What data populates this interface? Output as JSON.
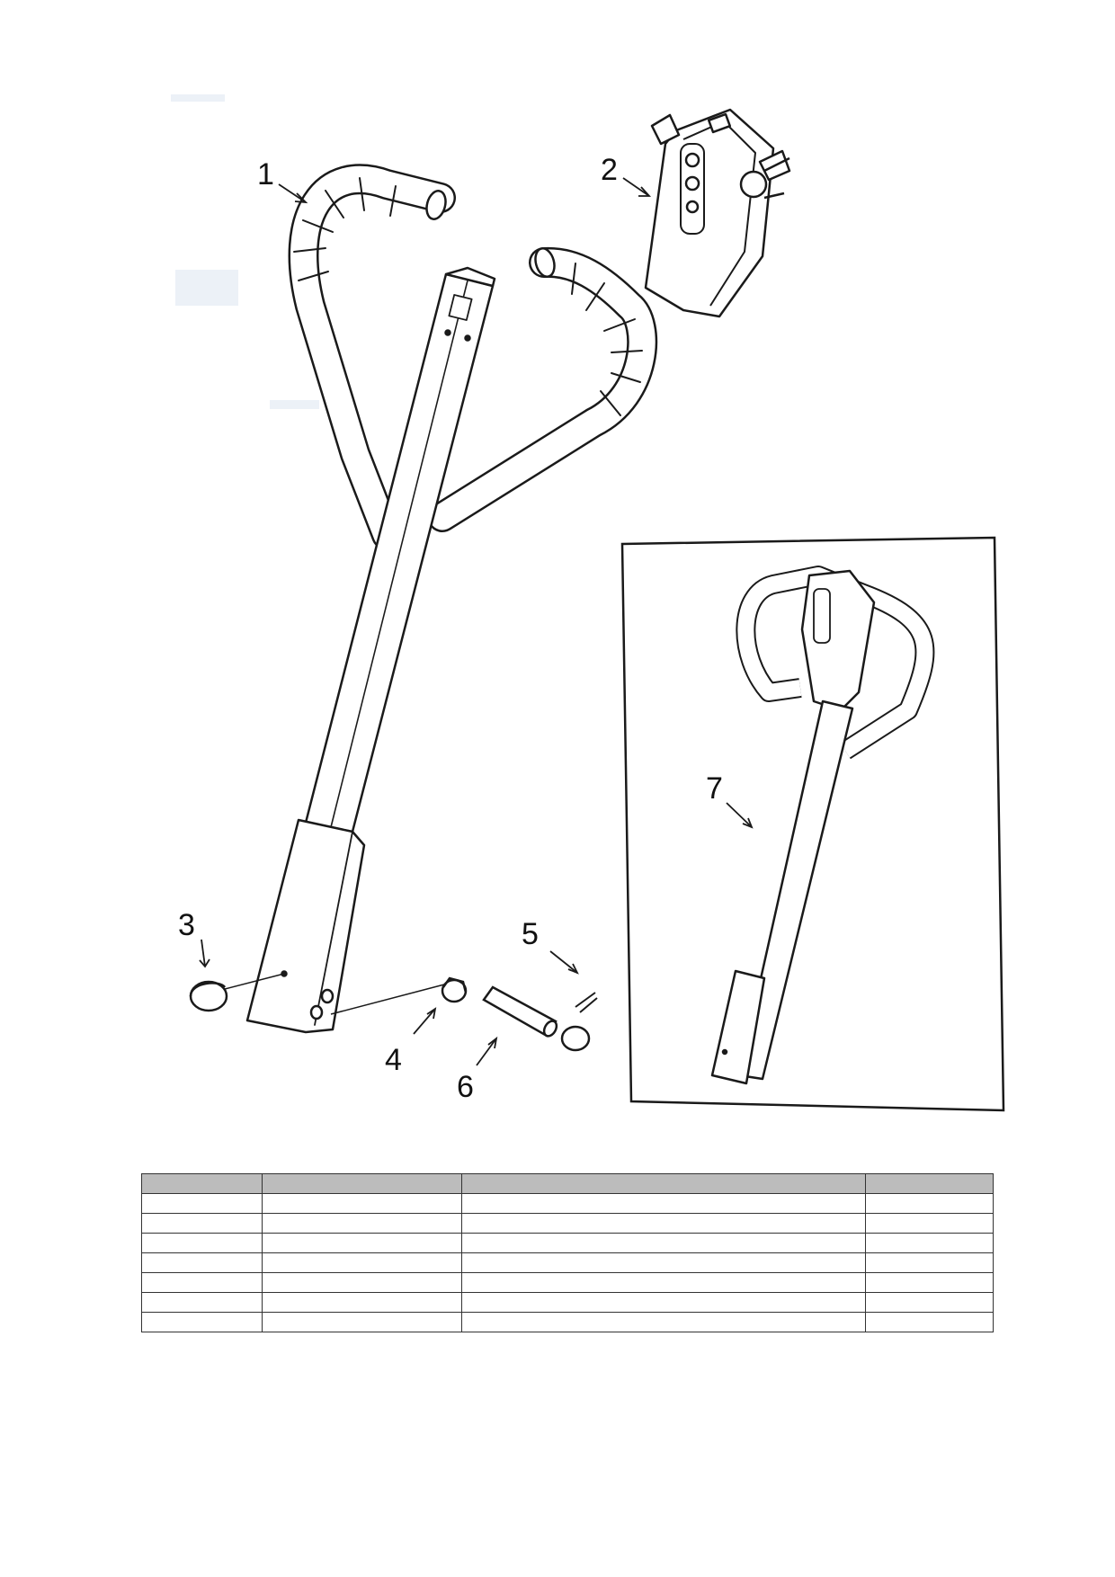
{
  "callouts": {
    "c1": "1",
    "c2": "2",
    "c3": "3",
    "c4": "4",
    "c5": "5",
    "c6": "6",
    "c7": "7"
  },
  "table": {
    "columns": [
      "",
      "",
      "",
      ""
    ],
    "rows": [
      [
        "",
        "",
        "",
        ""
      ],
      [
        "",
        "",
        "",
        ""
      ],
      [
        "",
        "",
        "",
        ""
      ],
      [
        "",
        "",
        "",
        ""
      ],
      [
        "",
        "",
        "",
        ""
      ],
      [
        "",
        "",
        "",
        ""
      ],
      [
        "",
        "",
        "",
        ""
      ]
    ]
  }
}
